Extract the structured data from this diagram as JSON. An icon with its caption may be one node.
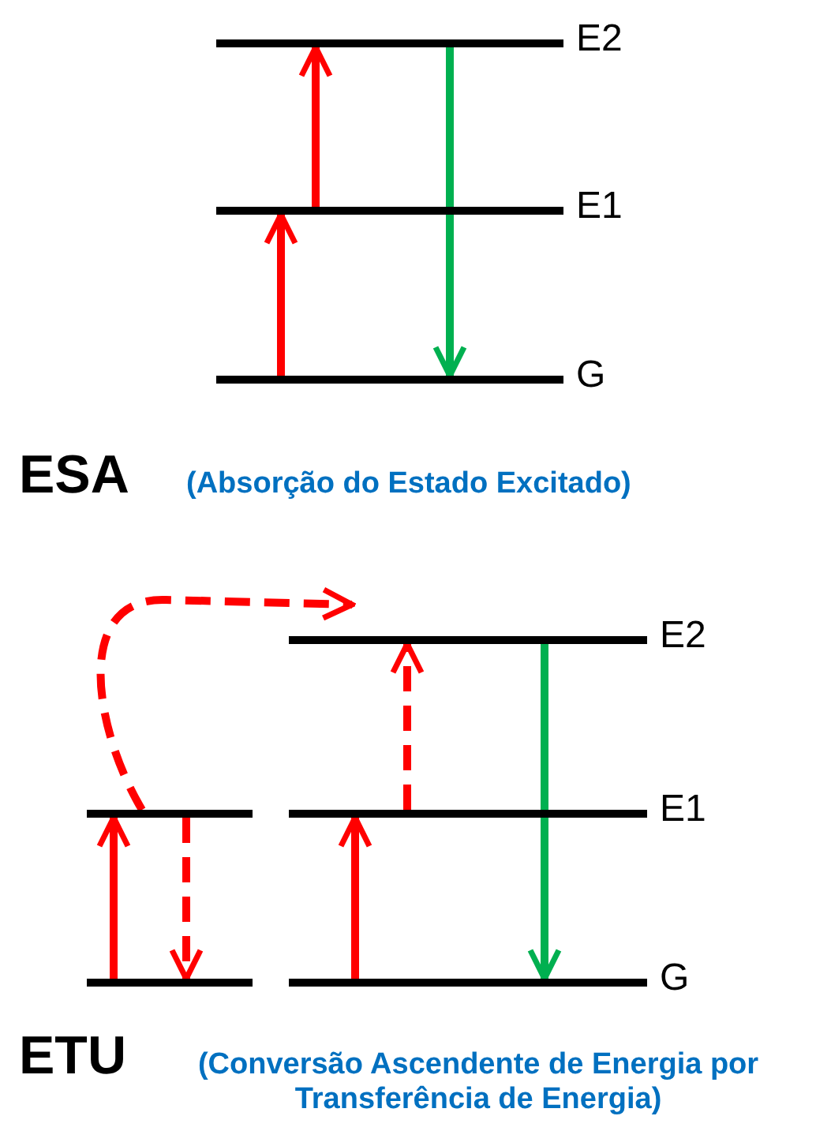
{
  "diagram": {
    "nodes": [
      {
        "text": [],
        "shape": "bar",
        "beside": [
          "E2"
        ]
      },
      {
        "text": [],
        "shape": "bar",
        "beside": [
          "E1"
        ]
      },
      {
        "text": [],
        "shape": "bar",
        "beside": [
          "G"
        ]
      },
      {
        "text": [],
        "shape": "bar"
      },
      {
        "text": [],
        "shape": "bar"
      },
      {
        "text": [],
        "shape": "bar",
        "beside": [
          "E2"
        ]
      },
      {
        "text": [],
        "shape": "bar",
        "beside": [
          "E1"
        ]
      },
      {
        "text": [],
        "shape": "bar",
        "beside": [
          "G"
        ]
      }
    ],
    "edges": [
      {
        "from": 2,
        "to": 1,
        "arrow": "to"
      },
      {
        "from": 1,
        "to": 0,
        "arrow": "to"
      },
      {
        "from": 0,
        "to": 2,
        "arrow": "to",
        "color": "#00b050"
      },
      {
        "from": 4,
        "to": 3,
        "arrow": "to"
      },
      {
        "from": 3,
        "to": 4,
        "arrow": "to",
        "style": "dashed"
      },
      {
        "from": 3,
        "to": 5,
        "arrow": "to",
        "style": "dashed"
      },
      {
        "from": 7,
        "to": 6,
        "arrow": "to"
      },
      {
        "from": 6,
        "to": 5,
        "arrow": "to",
        "style": "dashed"
      },
      {
        "from": 5,
        "to": 7,
        "arrow": "to",
        "color": "#00b050"
      }
    ],
    "labels": [
      "ESA",
      "(Absorção do Estado Excitado)",
      "ETU",
      "(Conversão Ascendente de Energia por Transferência de Energia)"
    ]
  }
}
